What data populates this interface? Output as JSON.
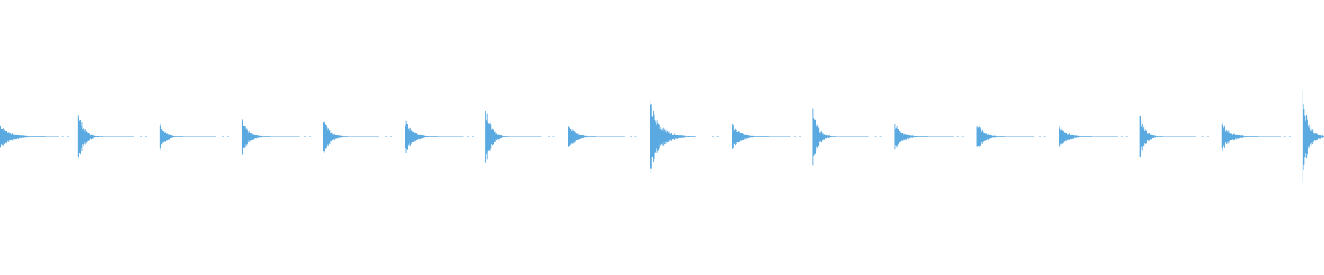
{
  "waveform": {
    "color": "#5aa9e0",
    "background": "#ffffff",
    "hits": [
      {
        "start": 0.0,
        "peak": 0.1,
        "decay": 0.55,
        "tail": 0.6
      },
      {
        "start": 0.059,
        "peak": 0.22,
        "decay": 0.3,
        "tail": 0.6
      },
      {
        "start": 0.121,
        "peak": 0.12,
        "decay": 0.28,
        "tail": 0.6
      },
      {
        "start": 0.183,
        "peak": 0.13,
        "decay": 0.35,
        "tail": 0.6
      },
      {
        "start": 0.244,
        "peak": 0.2,
        "decay": 0.3,
        "tail": 0.6
      },
      {
        "start": 0.306,
        "peak": 0.14,
        "decay": 0.4,
        "tail": 0.6
      },
      {
        "start": 0.367,
        "peak": 0.25,
        "decay": 0.28,
        "tail": 0.6
      },
      {
        "start": 0.429,
        "peak": 0.13,
        "decay": 0.35,
        "tail": 0.6
      },
      {
        "start": 0.491,
        "peak": 0.27,
        "decay": 0.55,
        "tail": 0.4
      },
      {
        "start": 0.553,
        "peak": 0.1,
        "decay": 0.45,
        "tail": 0.6
      },
      {
        "start": 0.614,
        "peak": 0.22,
        "decay": 0.28,
        "tail": 0.6
      },
      {
        "start": 0.676,
        "peak": 0.11,
        "decay": 0.4,
        "tail": 0.6
      },
      {
        "start": 0.738,
        "peak": 0.12,
        "decay": 0.35,
        "tail": 0.6
      },
      {
        "start": 0.8,
        "peak": 0.1,
        "decay": 0.4,
        "tail": 0.6
      },
      {
        "start": 0.861,
        "peak": 0.18,
        "decay": 0.28,
        "tail": 0.6
      },
      {
        "start": 0.923,
        "peak": 0.11,
        "decay": 0.45,
        "tail": 0.6
      },
      {
        "start": 0.984,
        "peak": 0.35,
        "decay": 0.3,
        "tail": 0.6
      }
    ]
  }
}
